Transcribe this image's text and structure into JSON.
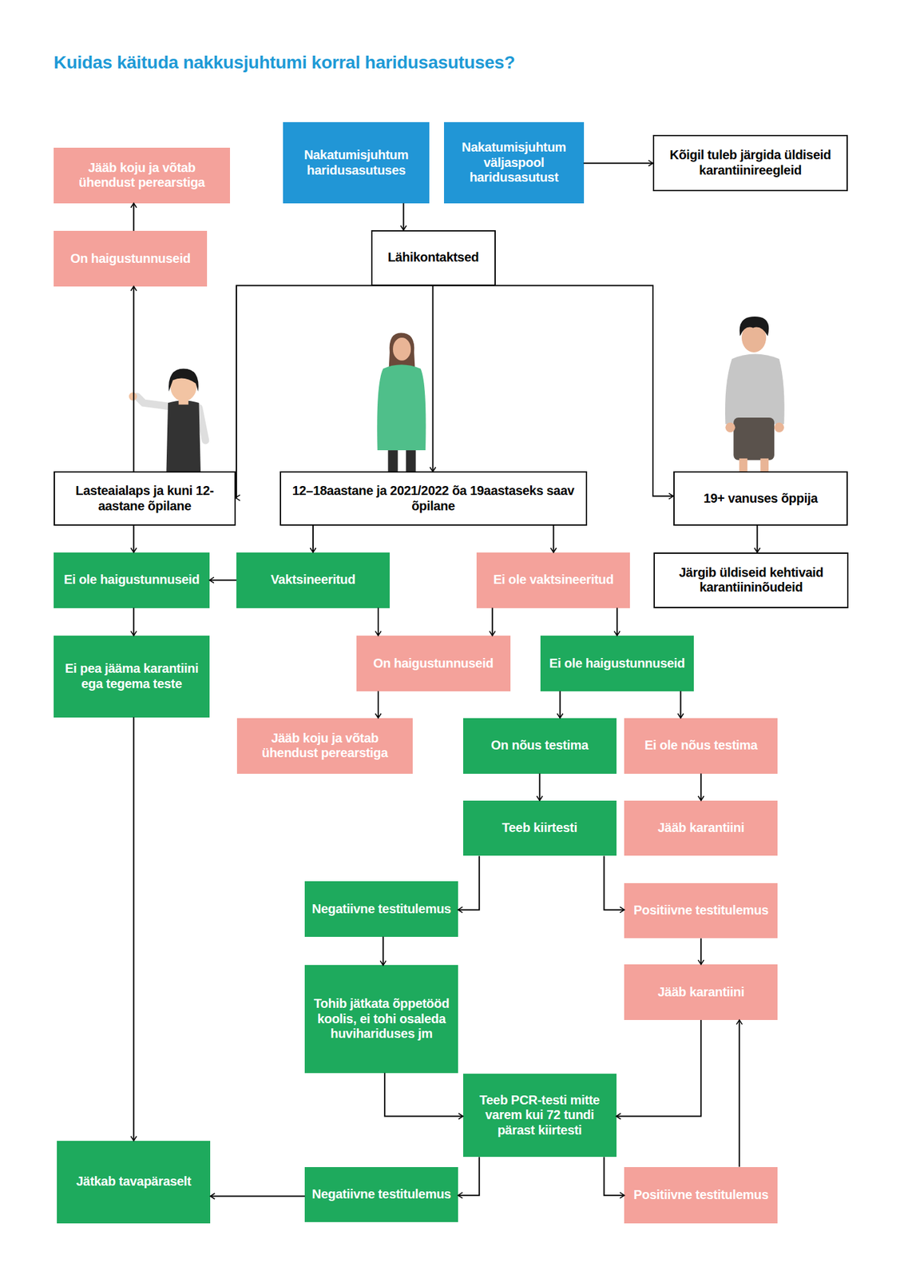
{
  "diagram": {
    "title": "Kuidas käituda nakkusjuhtumi korral haridusasutuses?",
    "nodes": [
      {
        "text": [
          "Jääb koju ja võtab ühendust perearstiga"
        ]
      },
      {
        "text": [
          "Nakatumisjuhtum haridusasutuses"
        ]
      },
      {
        "text": [
          "Nakatumisjuhtum väljaspool haridusasutust"
        ]
      },
      {
        "text": [
          "Kõigil tuleb järgida üldiseid karantiinireegleid"
        ]
      },
      {
        "text": [
          "On haigustunnuseid"
        ]
      },
      {
        "text": [
          "Lähikontaktsed"
        ]
      },
      {
        "text": [
          "Lasteaialaps ja kuni 12-aastane õpilane"
        ]
      },
      {
        "text": [
          "12–18aastane ja 2021/2022 õa 19aastaseks saav õpilane"
        ]
      },
      {
        "text": [
          "19+ vanuses õppija"
        ]
      },
      {
        "text": [
          "Ei ole haigustunnuseid"
        ]
      },
      {
        "text": [
          "Vaktsineeritud"
        ]
      },
      {
        "text": [
          "Ei ole vaktsineeritud"
        ]
      },
      {
        "text": [
          "Järgib üldiseid kehtivaid karantiininõudeid"
        ]
      },
      {
        "text": [
          "Ei pea jääma karantiini ega tegema teste"
        ]
      },
      {
        "text": [
          "On haigustunnuseid"
        ]
      },
      {
        "text": [
          "Ei ole haigustunnuseid"
        ]
      },
      {
        "text": [
          "Jääb koju ja võtab ühendust perearstiga"
        ]
      },
      {
        "text": [
          "On nõus testima"
        ]
      },
      {
        "text": [
          "Ei ole nõus testima"
        ]
      },
      {
        "text": [
          "Teeb kiirtesti"
        ]
      },
      {
        "text": [
          "Jääb karantiini"
        ]
      },
      {
        "text": [
          "Negatiivne testitulemus"
        ]
      },
      {
        "text": [
          "Positiivne testitulemus"
        ]
      },
      {
        "text": [
          "Tohib jätkata õppetööd koolis, ei tohi osaleda huvihariduses jm"
        ]
      },
      {
        "text": [
          "Jääb karantiini"
        ]
      },
      {
        "text": [
          "Teeb PCR-testi mitte varem kui 72 tundi pärast kiirtesti"
        ]
      },
      {
        "text": [
          "Jätkab tavapäraselt"
        ]
      },
      {
        "text": [
          "Negatiivne testitulemus"
        ]
      },
      {
        "text": [
          "Positiivne testitulemus"
        ]
      }
    ],
    "edges": [
      {
        "from": 1,
        "to": 5,
        "arrow": "to"
      },
      {
        "from": 2,
        "to": 3,
        "arrow": "to"
      },
      {
        "from": 5,
        "to": 6,
        "arrow": "to"
      },
      {
        "from": 5,
        "to": 7,
        "arrow": "to"
      },
      {
        "from": 5,
        "to": 8,
        "arrow": "to"
      },
      {
        "from": 6,
        "to": 4,
        "arrow": "to"
      },
      {
        "from": 4,
        "to": 0,
        "arrow": "to"
      },
      {
        "from": 6,
        "to": 9,
        "arrow": "to"
      },
      {
        "from": 7,
        "to": 10,
        "arrow": "to"
      },
      {
        "from": 7,
        "to": 11,
        "arrow": "to"
      },
      {
        "from": 8,
        "to": 12,
        "arrow": "to"
      },
      {
        "from": 10,
        "to": 9,
        "arrow": "to"
      },
      {
        "from": 9,
        "to": 13,
        "arrow": "to"
      },
      {
        "from": 10,
        "to": 14,
        "arrow": "to"
      },
      {
        "from": 11,
        "to": 14,
        "arrow": "to"
      },
      {
        "from": 11,
        "to": 15,
        "arrow": "to"
      },
      {
        "from": 14,
        "to": 16,
        "arrow": "to"
      },
      {
        "from": 15,
        "to": 17,
        "arrow": "to"
      },
      {
        "from": 15,
        "to": 18,
        "arrow": "to"
      },
      {
        "from": 17,
        "to": 19,
        "arrow": "to"
      },
      {
        "from": 18,
        "to": 20,
        "arrow": "to"
      },
      {
        "from": 19,
        "to": 21,
        "arrow": "to"
      },
      {
        "from": 19,
        "to": 22,
        "arrow": "to"
      },
      {
        "from": 21,
        "to": 23,
        "arrow": "to"
      },
      {
        "from": 22,
        "to": 24,
        "arrow": "to"
      },
      {
        "from": 23,
        "to": 25,
        "arrow": "to"
      },
      {
        "from": 24,
        "to": 25,
        "arrow": "to"
      },
      {
        "from": 25,
        "to": 27,
        "arrow": "to"
      },
      {
        "from": 25,
        "to": 28,
        "arrow": "to"
      },
      {
        "from": 28,
        "to": 24,
        "arrow": "to"
      },
      {
        "from": 27,
        "to": 26,
        "arrow": "to"
      },
      {
        "from": 13,
        "to": 26,
        "arrow": "to"
      }
    ]
  }
}
